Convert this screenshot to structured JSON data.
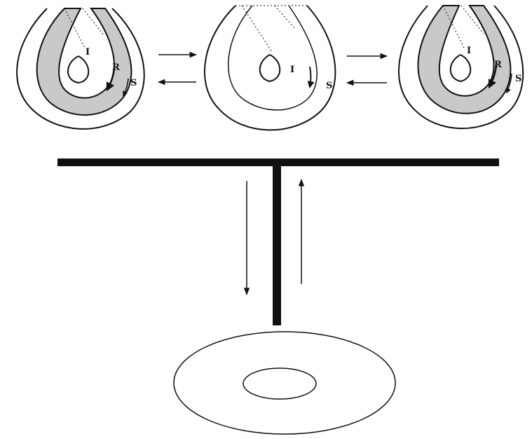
{
  "colors": {
    "background": "#ffffff",
    "ink": "#111111",
    "shaded_band": "#c9c9c9"
  },
  "panels": [
    {
      "id": "left",
      "labels": {
        "inner": "I",
        "middle": "R",
        "outer": "S"
      },
      "shaded": true
    },
    {
      "id": "middle",
      "labels": {
        "inner": "I",
        "outer": "S"
      },
      "shaded": false
    },
    {
      "id": "right",
      "labels": {
        "inner": "I",
        "middle": "R",
        "outer": "S"
      },
      "shaded": true
    }
  ],
  "transitions": [
    {
      "from": "left",
      "to": "middle",
      "type": "reversible"
    },
    {
      "from": "middle",
      "to": "right",
      "type": "reversible"
    },
    {
      "from": "top-row",
      "to": "annulus",
      "type": "reversible"
    }
  ],
  "bottom_shape": "annulus"
}
